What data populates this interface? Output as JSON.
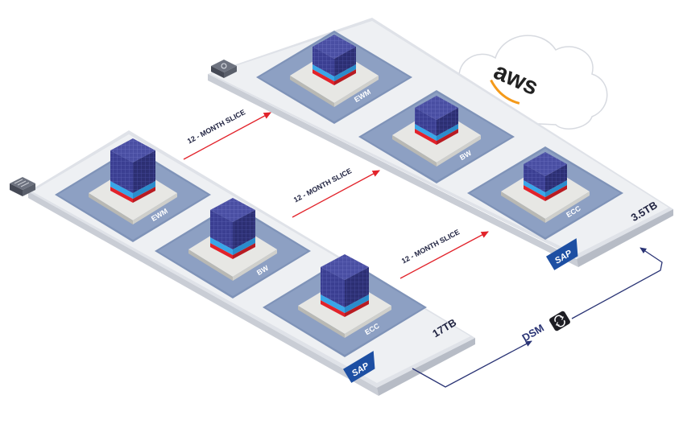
{
  "on_prem": {
    "systems": [
      {
        "label": "EWM"
      },
      {
        "label": "BW"
      },
      {
        "label": "ECC"
      }
    ],
    "size_label": "17TB",
    "logo_text": "SAP"
  },
  "cloud": {
    "provider_logo": "aws",
    "systems": [
      {
        "label": "EWM"
      },
      {
        "label": "BW"
      },
      {
        "label": "ECC"
      }
    ],
    "size_label": "3.5TB",
    "logo_text": "SAP"
  },
  "slices": [
    {
      "label": "12 - MONTH SLICE"
    },
    {
      "label": "12 - MONTH SLICE"
    },
    {
      "label": "12 - MONTH SLICE"
    }
  ],
  "dsm": {
    "label": "DSM",
    "icon": "sync-icon"
  },
  "colors": {
    "platform": "#e9ebef",
    "tile": "#7f93b8",
    "server": "#3a3f8f",
    "server_blue": "#39a6e8",
    "server_red": "#e2232b",
    "slice_arrow": "#e2232b",
    "dsm_arrow": "#2a3475",
    "sap_blue": "#1d4fa3"
  }
}
